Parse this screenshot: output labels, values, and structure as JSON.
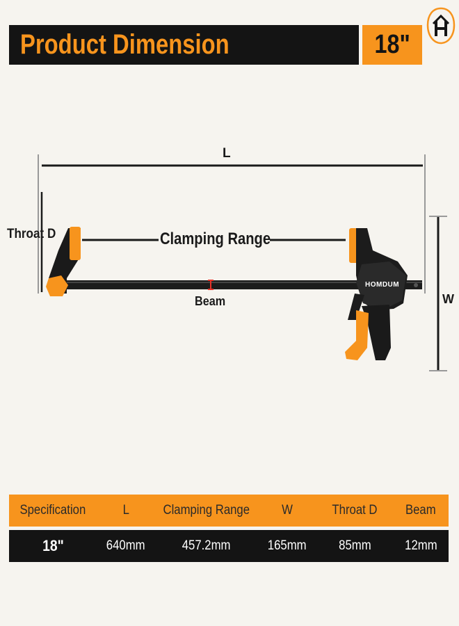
{
  "header": {
    "title": "Product Dimension",
    "size_badge": "18\""
  },
  "logo": {
    "icon": "house-h-logo-icon"
  },
  "diagram": {
    "label_length": "L",
    "label_clamping_range": "Clamping Range",
    "label_throat": "Throat D",
    "label_beam": "Beam",
    "label_width": "W",
    "brand": "HOMDUM"
  },
  "spec_table": {
    "headers": [
      "Specification",
      "L",
      "Clamping Range",
      "W",
      "Throat D",
      "Beam"
    ],
    "values": [
      "18\"",
      "640mm",
      "457.2mm",
      "165mm",
      "85mm",
      "12mm"
    ]
  },
  "colors": {
    "accent": "#f7941d",
    "dark": "#141414",
    "background": "#f6f4ef"
  }
}
